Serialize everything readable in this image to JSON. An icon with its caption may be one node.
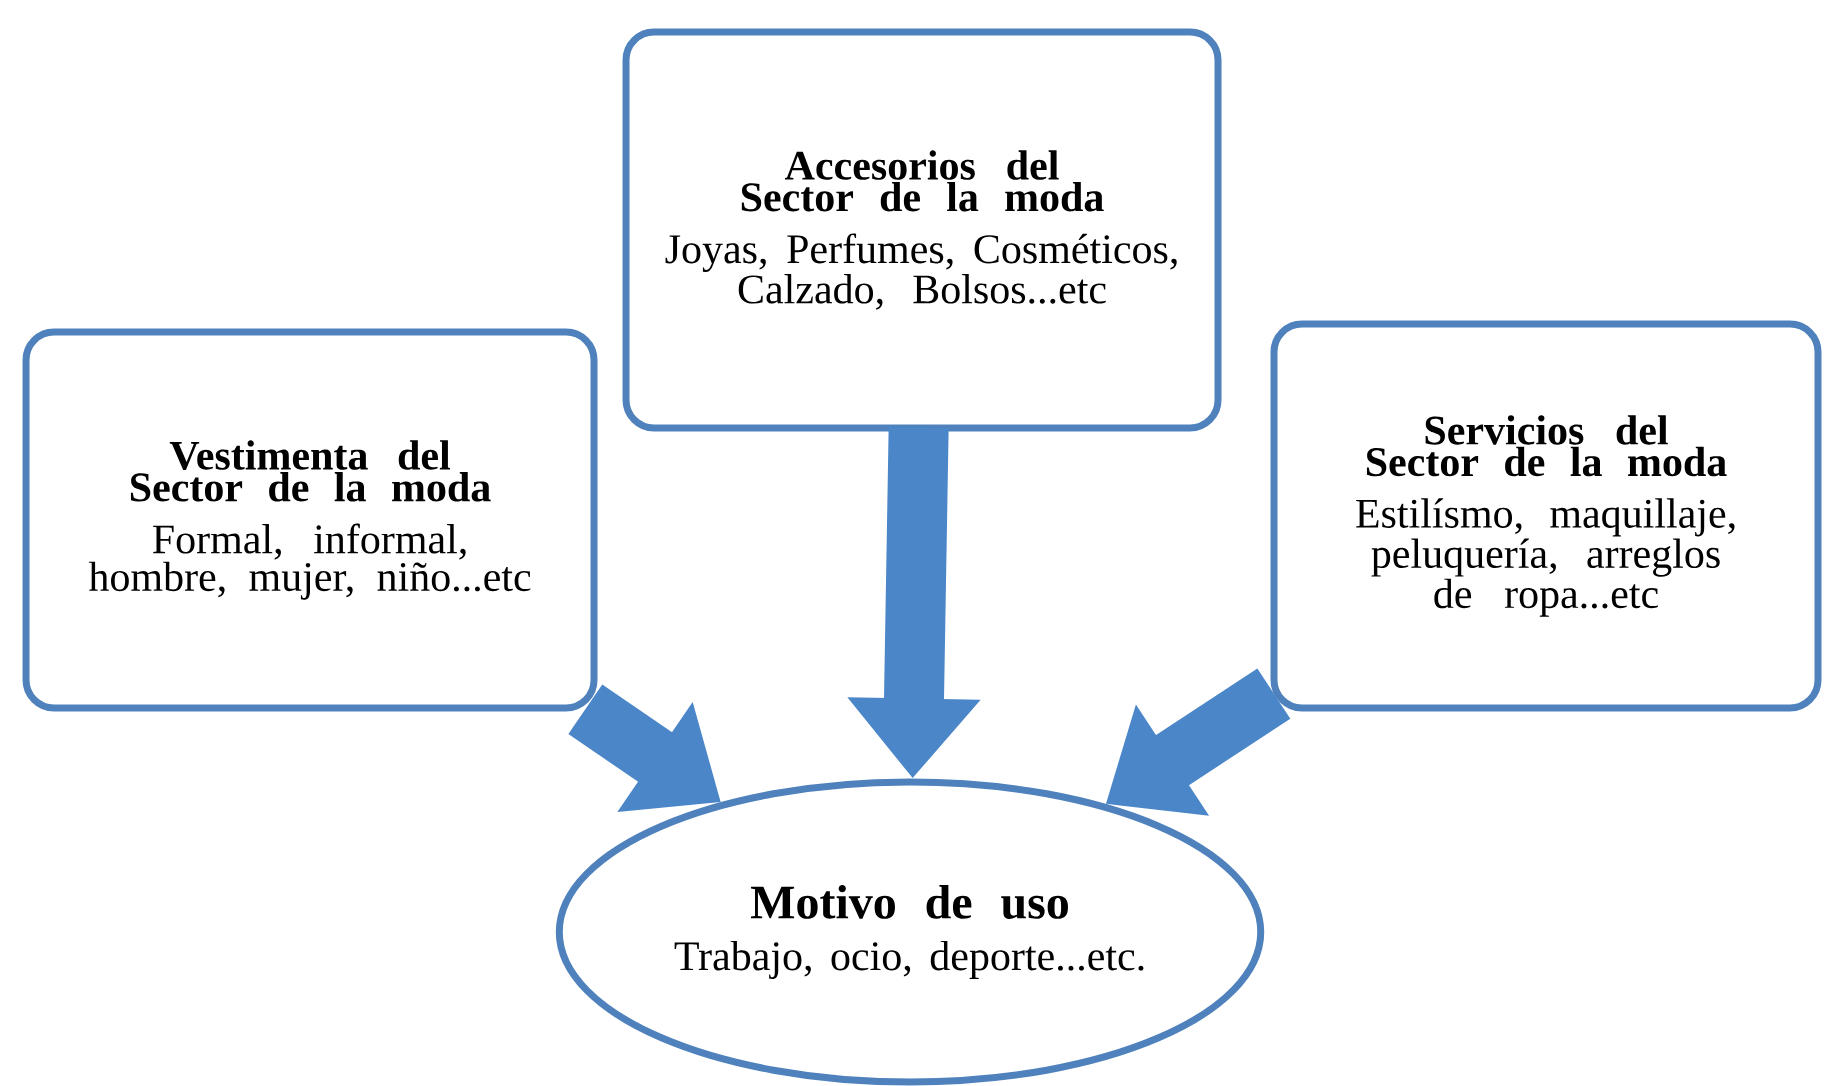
{
  "diagram": {
    "nodes": [
      {
        "text": [
          "Accesorios del Sector de la moda",
          "Joyas, Perfumes, Cosméticos, Calzado, Bolsos...etc"
        ]
      },
      {
        "text": [
          "Vestimenta del Sector de la moda",
          "Formal, informal, hombre, mujer, niño...etc"
        ]
      },
      {
        "text": [
          "Servicios del Sector de la moda",
          "Estilísmo, maquillaje, peluquería, arreglos de ropa...etc"
        ]
      },
      {
        "text": [
          "Motivo de uso",
          "Trabajo, ocio, deporte...etc."
        ]
      }
    ],
    "edges": [
      {
        "from": 0,
        "to": 3,
        "arrow": "to"
      },
      {
        "from": 1,
        "to": 3,
        "arrow": "to"
      },
      {
        "from": 2,
        "to": 3,
        "arrow": "to"
      }
    ]
  }
}
